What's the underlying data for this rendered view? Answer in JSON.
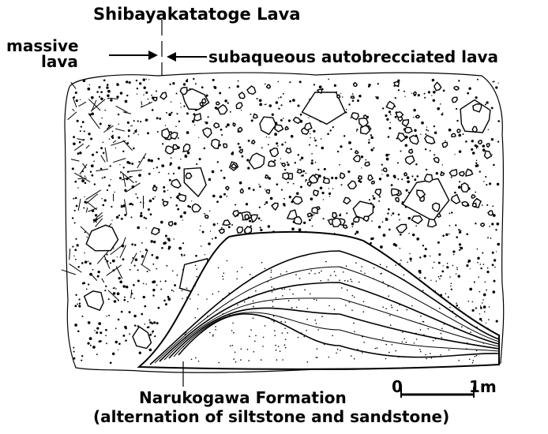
{
  "labels": {
    "top_title": "Shibayakatatoge Lava",
    "left_line1": "massive",
    "left_line2": "lava",
    "right_label": "subaqueous autobrecciated lava",
    "bottom_line1": "Narukogawa Formation",
    "bottom_line2": "(alternation of siltstone and sandstone)"
  },
  "scale_bar": {
    "start_label": "0",
    "end_label": "1m"
  },
  "colors": {
    "ink": "#000000",
    "paper": "#ffffff"
  }
}
